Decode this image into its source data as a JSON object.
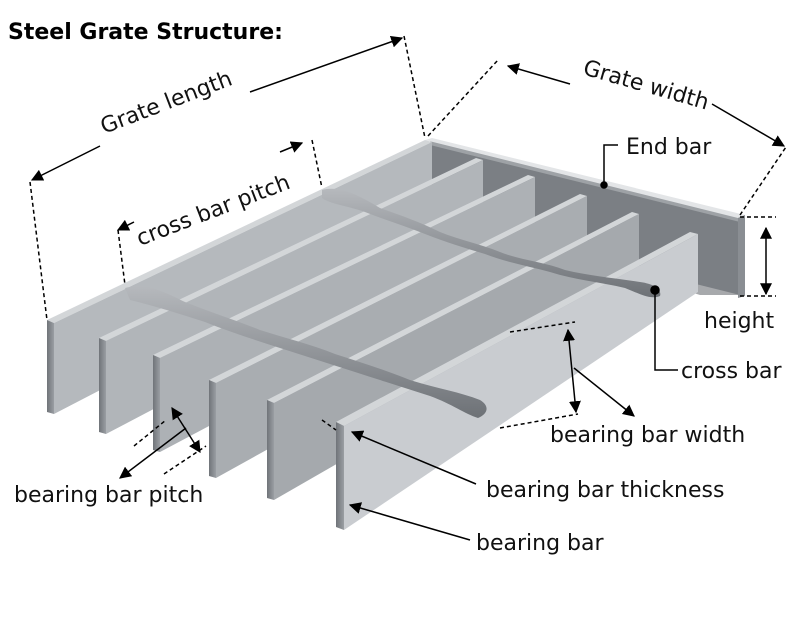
{
  "title": "Steel Grate Structure:",
  "labels": {
    "grate_length": "Grate length",
    "grate_width": "Grate width",
    "cross_bar_pitch": "cross bar pitch",
    "end_bar": "End bar",
    "height": "height",
    "cross_bar": "cross bar",
    "bearing_bar_width": "bearing bar width",
    "bearing_bar_pitch": "bearing bar pitch",
    "bearing_bar_thickness": "bearing bar thickness",
    "bearing_bar": "bearing bar"
  },
  "colors": {
    "bar_top": "#d6d9dc",
    "bar_side": "#a4a8ac",
    "bar_front": "#7c8186",
    "cross_bar": "#8e9297",
    "annotation": "#000000"
  }
}
